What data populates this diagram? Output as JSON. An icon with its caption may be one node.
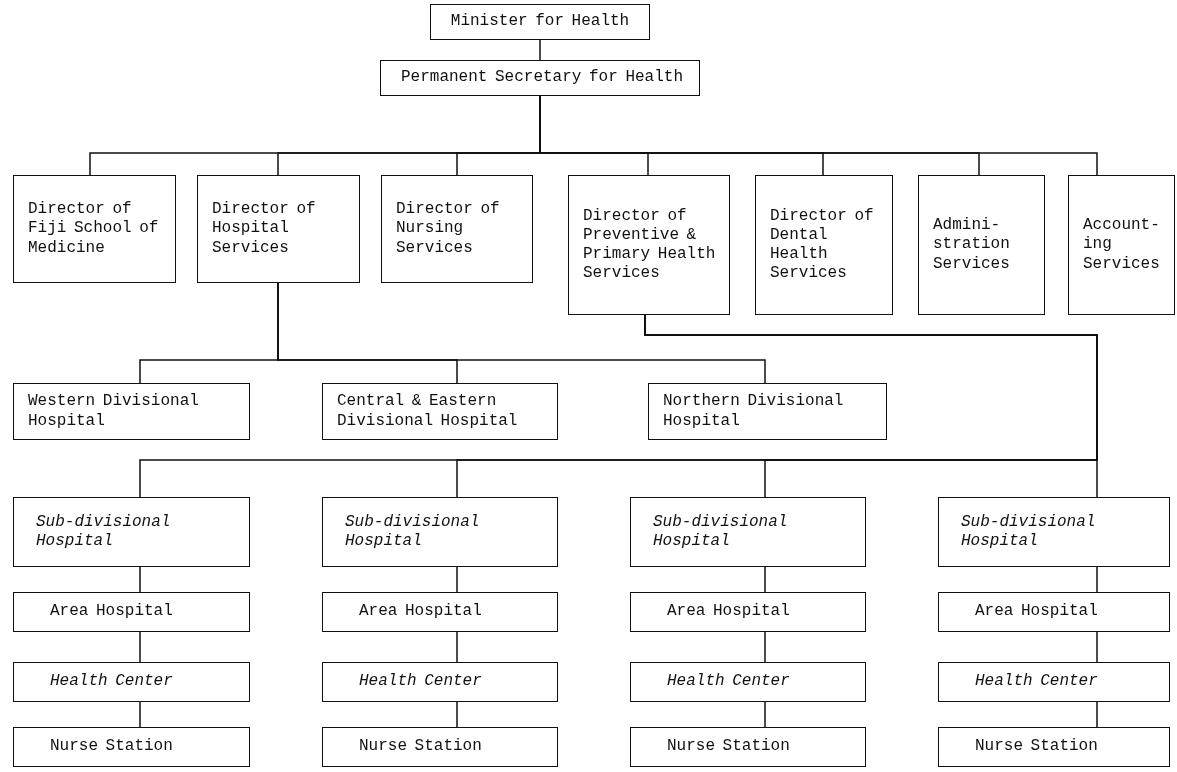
{
  "diagram": {
    "nodes": [
      {
        "text": [
          "Minister for Health"
        ]
      },
      {
        "text": [
          "Permanent Secretary for Health"
        ]
      },
      {
        "text": [
          "Director of Fiji School of Medicine"
        ]
      },
      {
        "text": [
          "Director of Hospital Services"
        ]
      },
      {
        "text": [
          "Director of Nursing Services"
        ]
      },
      {
        "text": [
          "Director of Preventive & Primary Health Services"
        ]
      },
      {
        "text": [
          "Director of Dental Health Services"
        ]
      },
      {
        "text": [
          "Admini- stration Services"
        ]
      },
      {
        "text": [
          "Account- ing Services"
        ]
      },
      {
        "text": [
          "Western Divisional Hospital"
        ]
      },
      {
        "text": [
          "Central & Eastern Divisional Hospital"
        ]
      },
      {
        "text": [
          "Northern Divisional Hospital"
        ]
      },
      {
        "text": [
          "Sub-divisional Hospital"
        ]
      },
      {
        "text": [
          "Sub-divisional Hospital"
        ]
      },
      {
        "text": [
          "Sub-divisional Hospital"
        ]
      },
      {
        "text": [
          "Sub-divisional Hospital"
        ]
      },
      {
        "text": [
          "Area Hospital"
        ]
      },
      {
        "text": [
          "Area Hospital"
        ]
      },
      {
        "text": [
          "Area Hospital"
        ]
      },
      {
        "text": [
          "Area Hospital"
        ]
      },
      {
        "text": [
          "Health Center"
        ]
      },
      {
        "text": [
          "Health Center"
        ]
      },
      {
        "text": [
          "Health Center"
        ]
      },
      {
        "text": [
          "Health Center"
        ]
      },
      {
        "text": [
          "Nurse Station"
        ]
      },
      {
        "text": [
          "Nurse Station"
        ]
      },
      {
        "text": [
          "Nurse Station"
        ]
      },
      {
        "text": [
          "Nurse Station"
        ]
      }
    ],
    "edges": [
      {
        "from": 0,
        "to": 1,
        "arrow": "none"
      },
      {
        "from": 1,
        "to": 2,
        "arrow": "none"
      },
      {
        "from": 1,
        "to": 3,
        "arrow": "none"
      },
      {
        "from": 1,
        "to": 4,
        "arrow": "none"
      },
      {
        "from": 1,
        "to": 5,
        "arrow": "none"
      },
      {
        "from": 1,
        "to": 6,
        "arrow": "none"
      },
      {
        "from": 1,
        "to": 7,
        "arrow": "none"
      },
      {
        "from": 1,
        "to": 8,
        "arrow": "none"
      },
      {
        "from": 3,
        "to": 9,
        "arrow": "none"
      },
      {
        "from": 3,
        "to": 10,
        "arrow": "none"
      },
      {
        "from": 3,
        "to": 11,
        "arrow": "none"
      },
      {
        "from": 5,
        "to": 12,
        "arrow": "none"
      },
      {
        "from": 5,
        "to": 13,
        "arrow": "none"
      },
      {
        "from": 5,
        "to": 14,
        "arrow": "none"
      },
      {
        "from": 5,
        "to": 15,
        "arrow": "none"
      },
      {
        "from": 12,
        "to": 16,
        "arrow": "none"
      },
      {
        "from": 13,
        "to": 17,
        "arrow": "none"
      },
      {
        "from": 14,
        "to": 18,
        "arrow": "none"
      },
      {
        "from": 15,
        "to": 19,
        "arrow": "none"
      },
      {
        "from": 16,
        "to": 20,
        "arrow": "none"
      },
      {
        "from": 17,
        "to": 21,
        "arrow": "none"
      },
      {
        "from": 18,
        "to": 22,
        "arrow": "none"
      },
      {
        "from": 19,
        "to": 23,
        "arrow": "none"
      },
      {
        "from": 20,
        "to": 24,
        "arrow": "none"
      },
      {
        "from": 21,
        "to": 25,
        "arrow": "none"
      },
      {
        "from": 22,
        "to": 26,
        "arrow": "none"
      },
      {
        "from": 23,
        "to": 27,
        "arrow": "none"
      }
    ]
  }
}
